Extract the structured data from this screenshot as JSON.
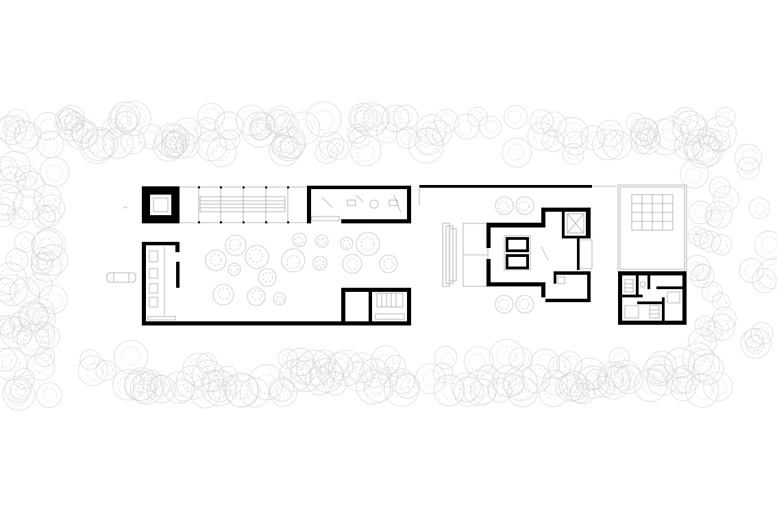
{
  "drawing": {
    "kind": "architectural-site-plan",
    "colors": {
      "background": "#ffffff",
      "walls": "#000000",
      "fine_lines": "#9a9a9a",
      "vegetation": "#d4d4d4"
    },
    "elements": [
      "tree-rows",
      "building-west",
      "courtyard",
      "pavilion",
      "square-court",
      "building-east",
      "parked-car"
    ]
  }
}
